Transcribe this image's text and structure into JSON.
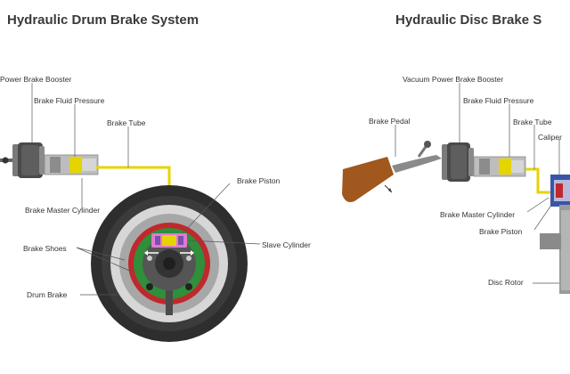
{
  "left_diagram": {
    "title": "Hydraulic Drum Brake System",
    "labels": {
      "booster": "Power Brake Booster",
      "fluid_pressure": "Brake Fluid Pressure",
      "brake_tube": "Brake Tube",
      "brake_piston": "Brake Piston",
      "master_cylinder": "Brake Master Cylinder",
      "brake_shoes": "Brake Shoes",
      "slave_cylinder": "Slave Cylinder",
      "drum_brake": "Drum Brake"
    }
  },
  "right_diagram": {
    "title": "Hydraulic Disc Brake S",
    "labels": {
      "booster": "Vacuum Power Brake Booster",
      "fluid_pressure": "Brake Fluid Pressure",
      "brake_pedal": "Brake Pedal",
      "brake_tube": "Brake Tube",
      "caliper": "Caliper",
      "master_cylinder": "Brake Master Cylinder",
      "brake_piston": "Brake Piston",
      "disc_rotor": "Disc Rotor"
    }
  },
  "colors": {
    "fluid_line": "#e6d400",
    "tire": "#2e2e2e",
    "drum_green": "#2f8f3a",
    "drum_red": "#c0282d",
    "pedal": "#a0581e"
  }
}
